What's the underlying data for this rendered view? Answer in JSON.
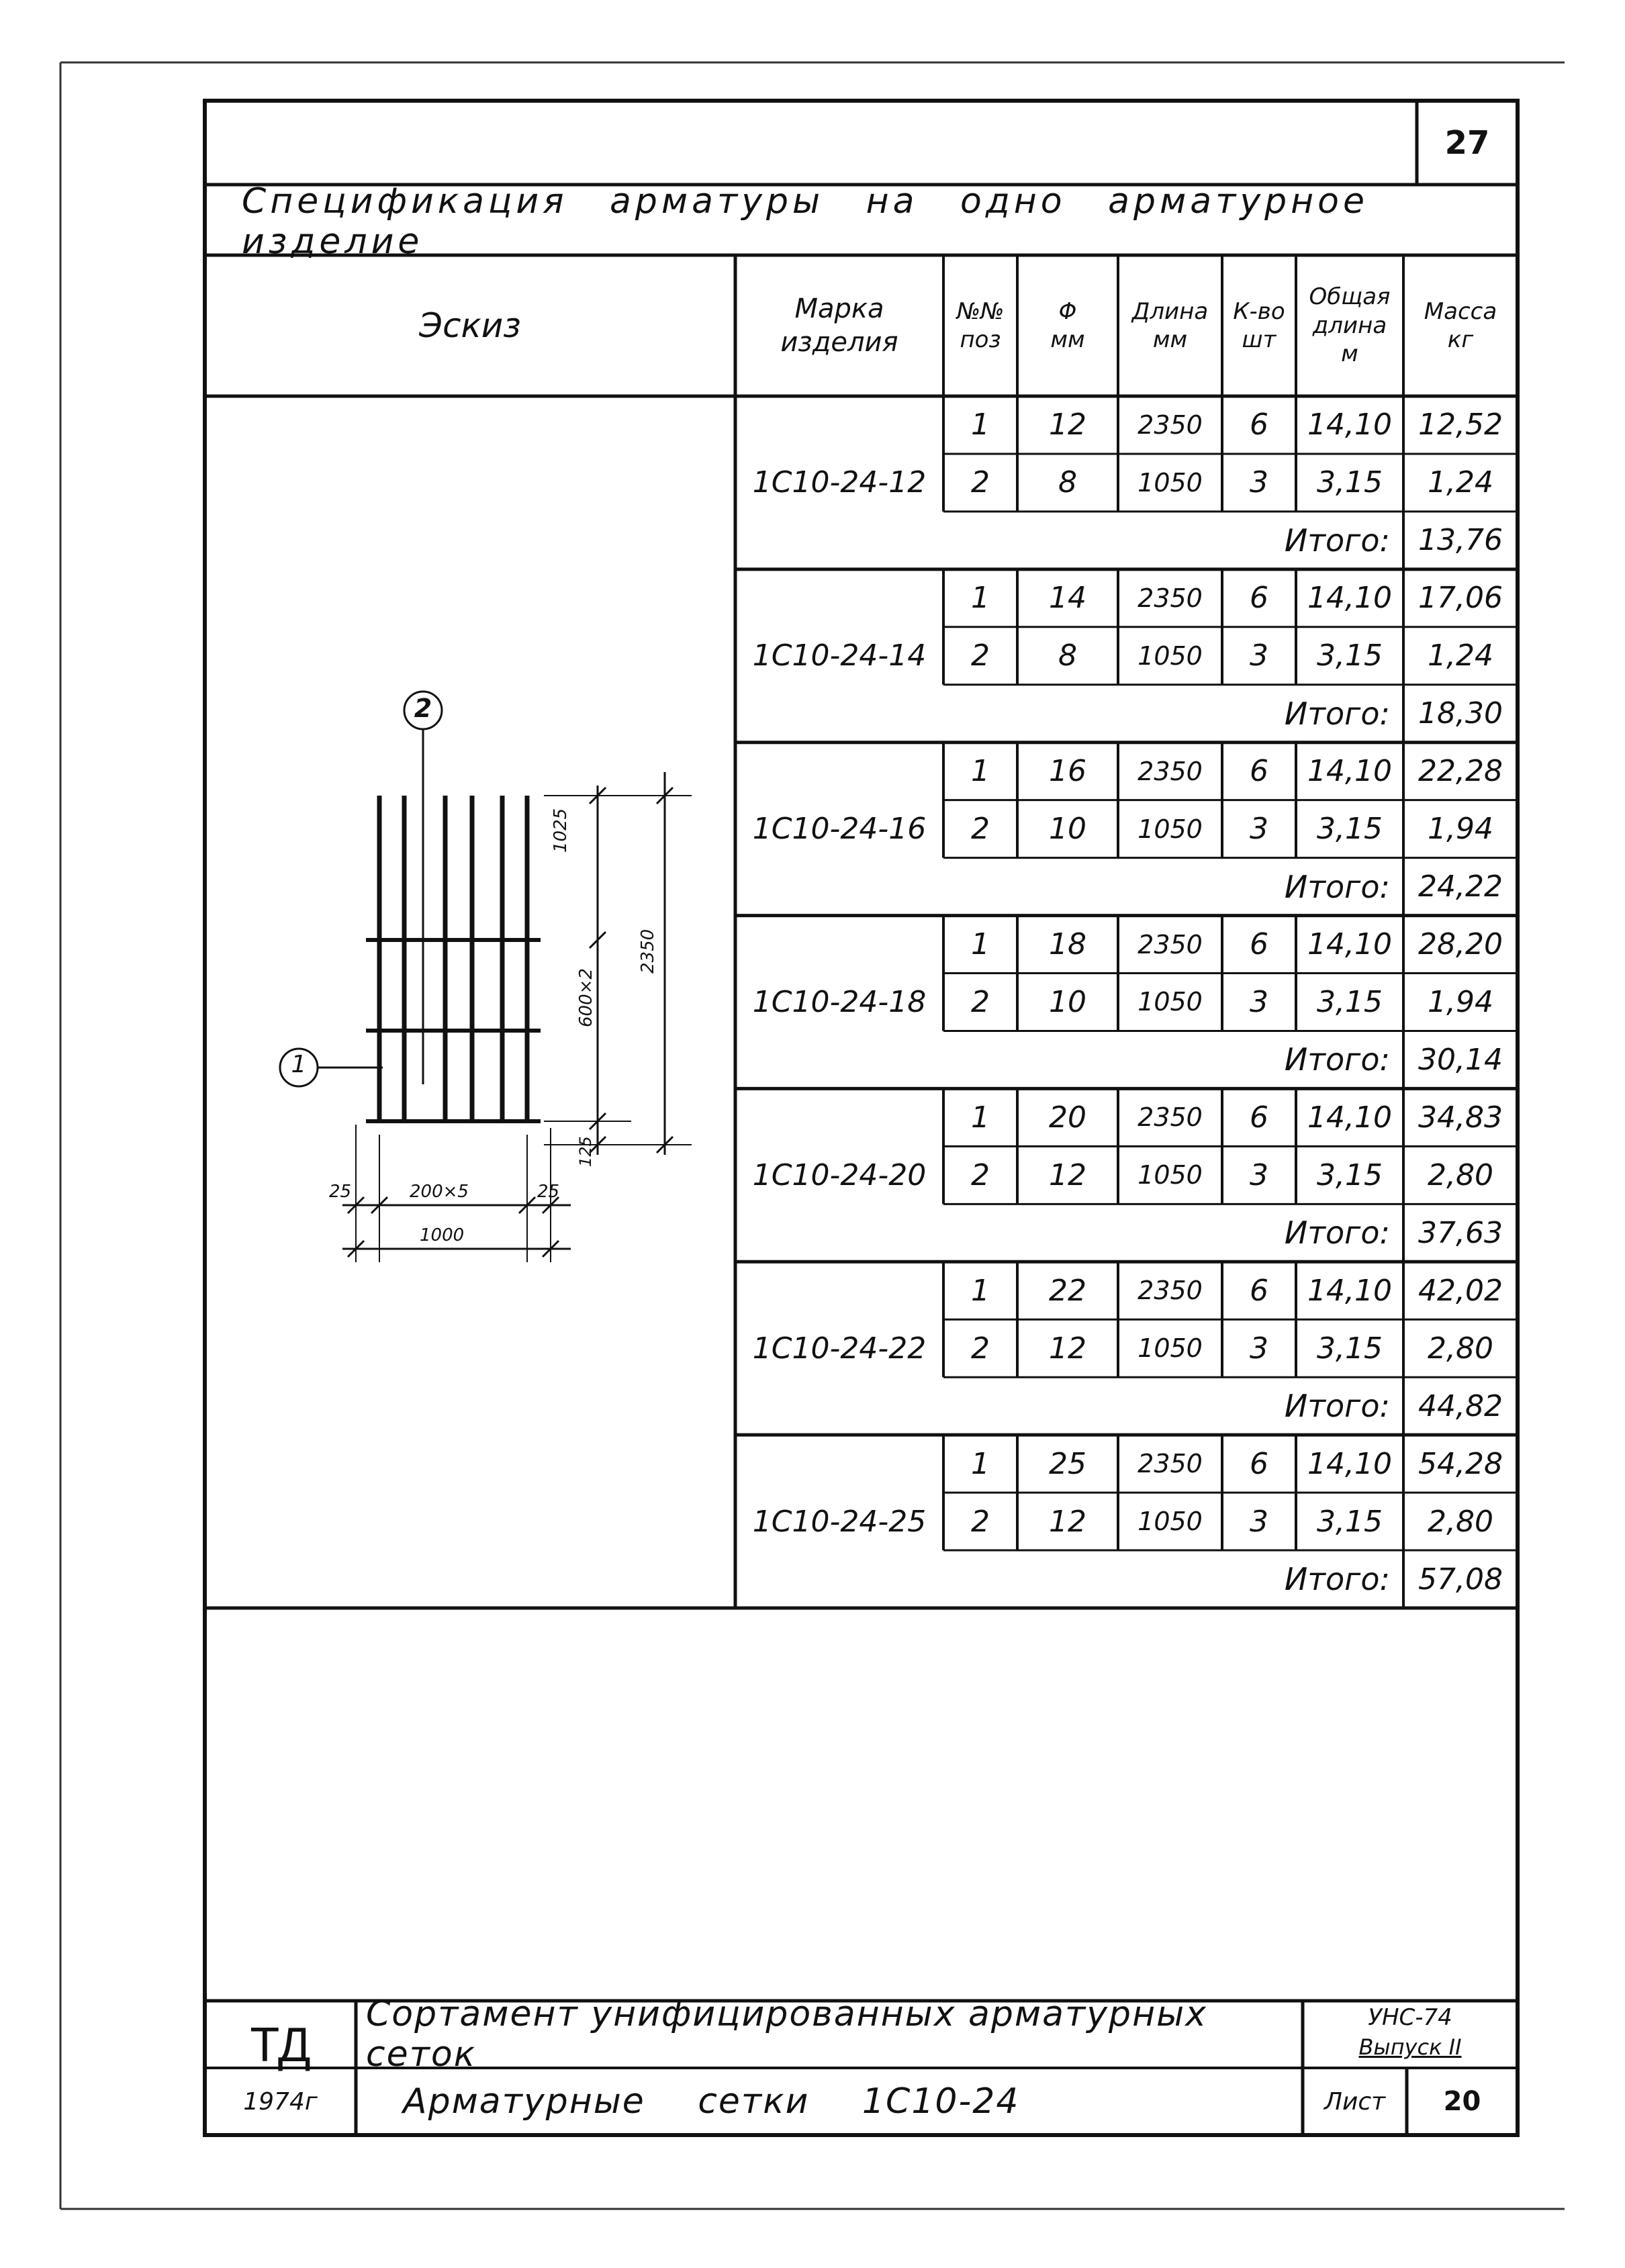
{
  "page_number": "27",
  "table_title": "Спецификация арматуры на одно арматурное изделие",
  "headers": {
    "sketch": "Эскиз",
    "mark": [
      "Марка",
      "изделия"
    ],
    "pos": [
      "№№",
      "поз"
    ],
    "diam": [
      "Φ",
      "мм"
    ],
    "length": [
      "Длина",
      "мм"
    ],
    "qty": [
      "К-во",
      "шт"
    ],
    "total_len": [
      "Общая",
      "длина",
      "м"
    ],
    "mass": [
      "Масса",
      "кг"
    ]
  },
  "total_label": "Итого:",
  "groups": [
    {
      "mark": "1С10-24-12",
      "rows": [
        [
          "1",
          "12",
          "2350",
          "6",
          "14,10",
          "12,52"
        ],
        [
          "2",
          "8",
          "1050",
          "3",
          "3,15",
          "1,24"
        ]
      ],
      "total": "13,76"
    },
    {
      "mark": "1С10-24-14",
      "rows": [
        [
          "1",
          "14",
          "2350",
          "6",
          "14,10",
          "17,06"
        ],
        [
          "2",
          "8",
          "1050",
          "3",
          "3,15",
          "1,24"
        ]
      ],
      "total": "18,30"
    },
    {
      "mark": "1С10-24-16",
      "rows": [
        [
          "1",
          "16",
          "2350",
          "6",
          "14,10",
          "22,28"
        ],
        [
          "2",
          "10",
          "1050",
          "3",
          "3,15",
          "1,94"
        ]
      ],
      "total": "24,22"
    },
    {
      "mark": "1С10-24-18",
      "rows": [
        [
          "1",
          "18",
          "2350",
          "6",
          "14,10",
          "28,20"
        ],
        [
          "2",
          "10",
          "1050",
          "3",
          "3,15",
          "1,94"
        ]
      ],
      "total": "30,14"
    },
    {
      "mark": "1С10-24-20",
      "rows": [
        [
          "1",
          "20",
          "2350",
          "6",
          "14,10",
          "34,83"
        ],
        [
          "2",
          "12",
          "1050",
          "3",
          "3,15",
          "2,80"
        ]
      ],
      "total": "37,63"
    },
    {
      "mark": "1С10-24-22",
      "rows": [
        [
          "1",
          "22",
          "2350",
          "6",
          "14,10",
          "42,02"
        ],
        [
          "2",
          "12",
          "1050",
          "3",
          "3,15",
          "2,80"
        ]
      ],
      "total": "44,82"
    },
    {
      "mark": "1С10-24-25",
      "rows": [
        [
          "1",
          "25",
          "2350",
          "6",
          "14,10",
          "54,28"
        ],
        [
          "2",
          "12",
          "1050",
          "3",
          "3,15",
          "2,80"
        ]
      ],
      "total": "57,08"
    }
  ],
  "sketch": {
    "callout_1": "1",
    "callout_2": "2",
    "dim_1025": "1025",
    "dim_600x2": "600×2",
    "dim_2350": "2350",
    "dim_125": "125",
    "dim_25_left": "25",
    "dim_200x5": "200×5",
    "dim_25_right": "25",
    "dim_1000": "1000"
  },
  "title_block": {
    "logo": "ТД",
    "year": "1974г",
    "title_1": "Сортамент унифицированных арматурных сеток",
    "title_2": "Арматурные сетки 1С10-24",
    "code": "УНС-74",
    "issue": "Выпуск II",
    "sheet_label": "Лист",
    "sheet_number": "20"
  }
}
